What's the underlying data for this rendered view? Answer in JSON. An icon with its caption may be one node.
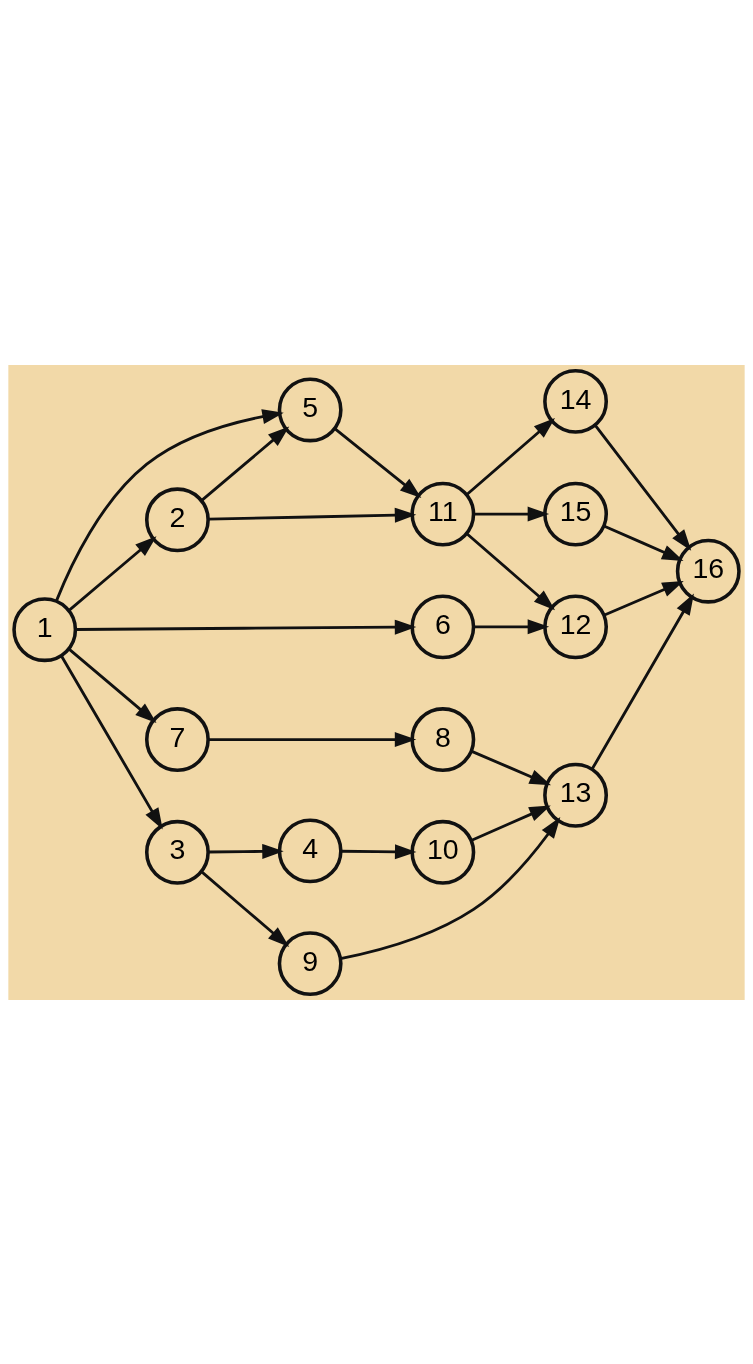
{
  "diagram": {
    "nodes": [
      {
        "text": [
          "1"
        ]
      },
      {
        "text": [
          "2"
        ]
      },
      {
        "text": [
          "3"
        ]
      },
      {
        "text": [
          "4"
        ]
      },
      {
        "text": [
          "5"
        ]
      },
      {
        "text": [
          "6"
        ]
      },
      {
        "text": [
          "7"
        ]
      },
      {
        "text": [
          "8"
        ]
      },
      {
        "text": [
          "9"
        ]
      },
      {
        "text": [
          "10"
        ]
      },
      {
        "text": [
          "11"
        ]
      },
      {
        "text": [
          "12"
        ]
      },
      {
        "text": [
          "13"
        ]
      },
      {
        "text": [
          "14"
        ]
      },
      {
        "text": [
          "15"
        ]
      },
      {
        "text": [
          "16"
        ]
      }
    ],
    "edges": [
      {
        "from": 0,
        "to": 2,
        "arrow": "to"
      },
      {
        "from": 0,
        "to": 6,
        "arrow": "to"
      },
      {
        "from": 0,
        "to": 5,
        "arrow": "to"
      },
      {
        "from": 0,
        "to": 4,
        "arrow": "to"
      },
      {
        "from": 0,
        "to": 1,
        "arrow": "to"
      },
      {
        "from": 2,
        "to": 8,
        "arrow": "to"
      },
      {
        "from": 2,
        "to": 3,
        "arrow": "to"
      },
      {
        "from": 3,
        "to": 9,
        "arrow": "to"
      },
      {
        "from": 6,
        "to": 7,
        "arrow": "to"
      },
      {
        "from": 5,
        "to": 11,
        "arrow": "to"
      },
      {
        "from": 1,
        "to": 4,
        "arrow": "to"
      },
      {
        "from": 1,
        "to": 10,
        "arrow": "to"
      },
      {
        "from": 4,
        "to": 10,
        "arrow": "to"
      },
      {
        "from": 8,
        "to": 12,
        "arrow": "to"
      },
      {
        "from": 9,
        "to": 12,
        "arrow": "to"
      },
      {
        "from": 7,
        "to": 12,
        "arrow": "to"
      },
      {
        "from": 10,
        "to": 11,
        "arrow": "to"
      },
      {
        "from": 10,
        "to": 13,
        "arrow": "to"
      },
      {
        "from": 10,
        "to": 14,
        "arrow": "to"
      },
      {
        "from": 12,
        "to": 15,
        "arrow": "to"
      },
      {
        "from": 11,
        "to": 15,
        "arrow": "to"
      },
      {
        "from": 13,
        "to": 15,
        "arrow": "to"
      },
      {
        "from": 14,
        "to": 15,
        "arrow": "to"
      }
    ]
  }
}
